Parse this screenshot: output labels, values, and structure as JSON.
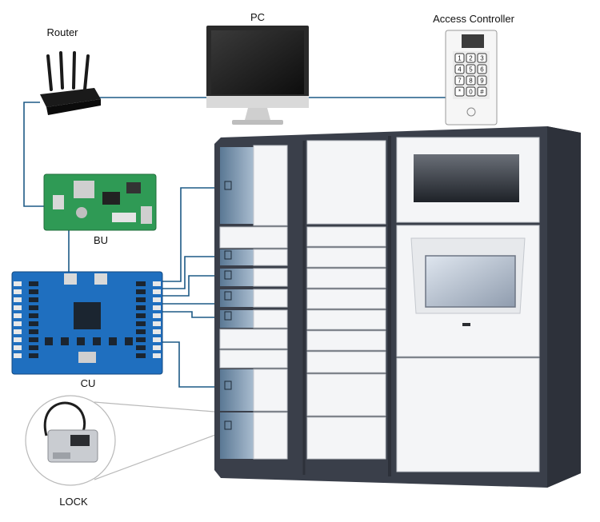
{
  "labels": {
    "router": "Router",
    "pc": "PC",
    "access_controller": "Access Controller",
    "bu": "BU",
    "cu": "CU",
    "lock": "LOCK"
  },
  "keypad": {
    "keys": [
      "1",
      "2",
      "3",
      "4",
      "5",
      "6",
      "7",
      "8",
      "9",
      "*",
      "0",
      "#"
    ]
  },
  "colors": {
    "connector": "#1d5a86",
    "lock_callout": "#b9b9b9",
    "cabinet_frame": "#3a3f4a",
    "cabinet_door": "#f4f5f7",
    "pcb_green": "#2f9a55",
    "pcb_blue": "#1f6fbf",
    "router_body": "#1a1a1a",
    "monitor_bezel": "#2a2a2a"
  }
}
